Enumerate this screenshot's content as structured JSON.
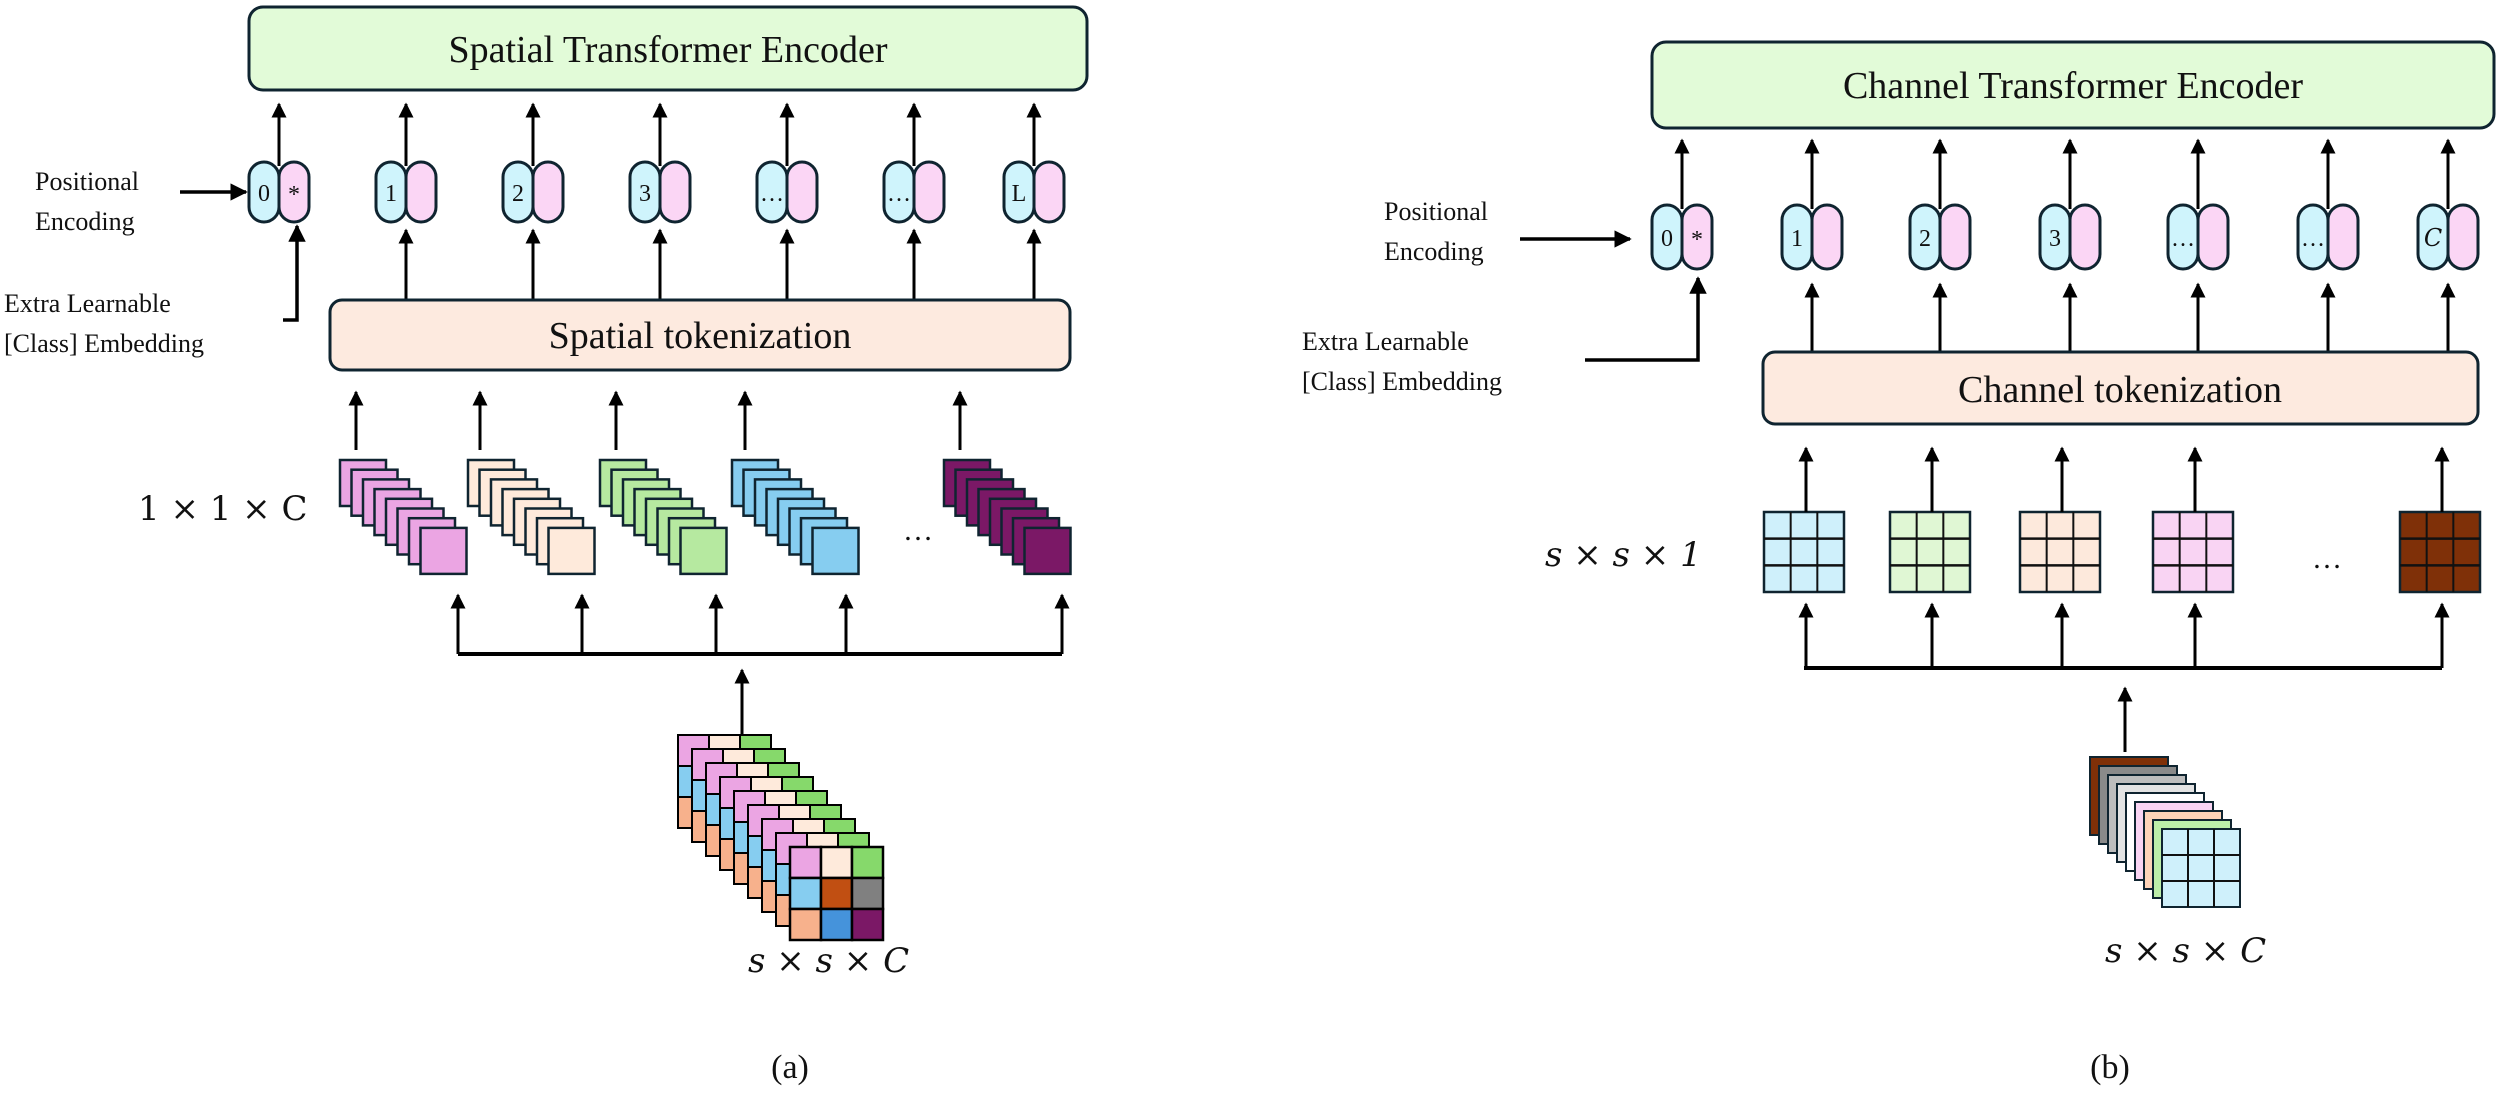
{
  "panels": [
    {
      "id": "a",
      "caption": "(a)",
      "encoder_label": "Spatial Transformer Encoder",
      "tokenization_label": "Spatial tokenization",
      "positional_label_line1": "Positional",
      "positional_label_line2": "Encoding",
      "class_label_line1": "Extra Learnable",
      "class_label_line2": "[Class] Embedding",
      "tokens": [
        "0",
        "1",
        "2",
        "3",
        "...",
        "...",
        "L"
      ],
      "class_token_symbol": "*",
      "feature_label": "1 × 1 × C",
      "feature_items": [
        {
          "kind": "stack",
          "color": "#eba5e3"
        },
        {
          "kind": "stack",
          "color": "#feeadb"
        },
        {
          "kind": "stack",
          "color": "#b6e9a0"
        },
        {
          "kind": "stack",
          "color": "#86cdf0"
        },
        {
          "kind": "ellipsis",
          "text": "..."
        },
        {
          "kind": "stack",
          "color": "#7b1866"
        }
      ],
      "input_label": "s × s × C",
      "input_front_face_colors": [
        "#eba5e3",
        "#feeadb",
        "#86d96b",
        "#86cdf0",
        "#c14f12",
        "#808080",
        "#f7b18c",
        "#4593db",
        "#7b1866"
      ]
    },
    {
      "id": "b",
      "caption": "(b)",
      "encoder_label": "Channel Transformer Encoder",
      "tokenization_label": "Channel tokenization",
      "positional_label_line1": "Positional",
      "positional_label_line2": "Encoding",
      "class_label_line1": "Extra Learnable",
      "class_label_line2": "[Class] Embedding",
      "tokens": [
        "0",
        "1",
        "2",
        "3",
        "...",
        "...",
        "C"
      ],
      "class_token_symbol": "*",
      "feature_label": "s × s × 1",
      "feature_items": [
        {
          "kind": "grid",
          "color": "#cff0fb"
        },
        {
          "kind": "grid",
          "color": "#e0f7d4"
        },
        {
          "kind": "grid",
          "color": "#fde9dc"
        },
        {
          "kind": "grid",
          "color": "#f9d4f3"
        },
        {
          "kind": "ellipsis",
          "text": "..."
        },
        {
          "kind": "grid",
          "color": "#7f3008"
        }
      ],
      "input_label": "s × s × C",
      "input_stack_colors": [
        "#7f3008",
        "#8a8a8a",
        "#bdbdbd",
        "#e3e3e3",
        "#ffffff",
        "#f9d4f3",
        "#fdd3b8",
        "#bdeea9",
        "#cff0fb"
      ]
    }
  ],
  "colors": {
    "encoder_fill": "#e2fbd8",
    "tokenization_fill": "#fdeadf",
    "token_position_fill": "#cff4fc",
    "token_embedding_fill": "#fbd6f5",
    "outline": "#0f2430",
    "arrow": "#000000"
  }
}
